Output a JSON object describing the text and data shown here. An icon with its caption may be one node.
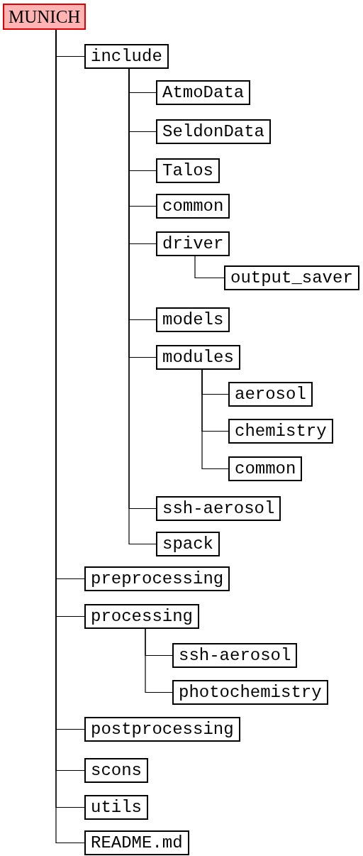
{
  "diagram": {
    "nodes": [
      {
        "text": [
          "MUNICH"
        ]
      },
      {
        "text": [
          "include"
        ]
      },
      {
        "text": [
          "AtmoData"
        ]
      },
      {
        "text": [
          "SeldonData"
        ]
      },
      {
        "text": [
          "Talos"
        ]
      },
      {
        "text": [
          "common"
        ]
      },
      {
        "text": [
          "driver"
        ]
      },
      {
        "text": [
          "output_saver"
        ]
      },
      {
        "text": [
          "models"
        ]
      },
      {
        "text": [
          "modules"
        ]
      },
      {
        "text": [
          "aerosol"
        ]
      },
      {
        "text": [
          "chemistry"
        ]
      },
      {
        "text": [
          "common"
        ]
      },
      {
        "text": [
          "ssh-aerosol"
        ]
      },
      {
        "text": [
          "spack"
        ]
      },
      {
        "text": [
          "preprocessing"
        ]
      },
      {
        "text": [
          "processing"
        ]
      },
      {
        "text": [
          "ssh-aerosol"
        ]
      },
      {
        "text": [
          "photochemistry"
        ]
      },
      {
        "text": [
          "postprocessing"
        ]
      },
      {
        "text": [
          "scons"
        ]
      },
      {
        "text": [
          "utils"
        ]
      },
      {
        "text": [
          "README.md"
        ]
      }
    ],
    "edges": [
      {
        "from": 0,
        "to": 1,
        "arrow": "none"
      },
      {
        "from": 1,
        "to": 2,
        "arrow": "none"
      },
      {
        "from": 1,
        "to": 3,
        "arrow": "none"
      },
      {
        "from": 1,
        "to": 4,
        "arrow": "none"
      },
      {
        "from": 1,
        "to": 5,
        "arrow": "none"
      },
      {
        "from": 1,
        "to": 6,
        "arrow": "none"
      },
      {
        "from": 6,
        "to": 7,
        "arrow": "none"
      },
      {
        "from": 1,
        "to": 8,
        "arrow": "none"
      },
      {
        "from": 1,
        "to": 9,
        "arrow": "none"
      },
      {
        "from": 9,
        "to": 10,
        "arrow": "none"
      },
      {
        "from": 9,
        "to": 11,
        "arrow": "none"
      },
      {
        "from": 9,
        "to": 12,
        "arrow": "none"
      },
      {
        "from": 1,
        "to": 13,
        "arrow": "none"
      },
      {
        "from": 1,
        "to": 14,
        "arrow": "none"
      },
      {
        "from": 0,
        "to": 15,
        "arrow": "none"
      },
      {
        "from": 0,
        "to": 16,
        "arrow": "none"
      },
      {
        "from": 16,
        "to": 17,
        "arrow": "none"
      },
      {
        "from": 16,
        "to": 18,
        "arrow": "none"
      },
      {
        "from": 0,
        "to": 19,
        "arrow": "none"
      },
      {
        "from": 0,
        "to": 20,
        "arrow": "none"
      },
      {
        "from": 0,
        "to": 21,
        "arrow": "none"
      },
      {
        "from": 0,
        "to": 22,
        "arrow": "none"
      }
    ]
  }
}
